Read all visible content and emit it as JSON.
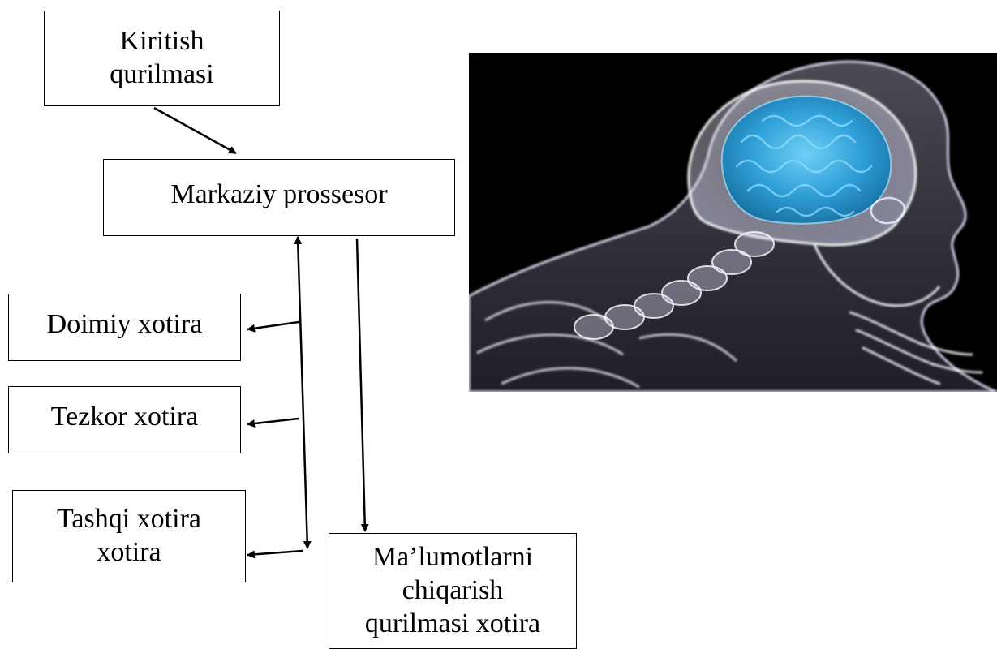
{
  "diagram": {
    "nodes": {
      "input": {
        "lines": [
          "Kiritish",
          "qurilmasi"
        ]
      },
      "cpu": {
        "label": "Markaziy prossesor"
      },
      "rom": {
        "label": "Doimiy xotira"
      },
      "ram": {
        "label": "Tezkor xotira"
      },
      "external": {
        "lines": [
          "Tashqi xotira",
          "xotira"
        ]
      },
      "output": {
        "lines": [
          "Ma’lumotlarni",
          "chiqarish",
          "qurilmasi xotira"
        ]
      }
    },
    "edges": [
      {
        "from": "input",
        "to": "cpu"
      },
      {
        "from": "cpu",
        "to": "output"
      },
      {
        "from": "bus",
        "to": "cpu"
      },
      {
        "from": "bus",
        "to": "rom"
      },
      {
        "from": "bus",
        "to": "ram"
      },
      {
        "from": "bus",
        "to": "external"
      }
    ]
  },
  "illustration": {
    "subject": "x-ray human head and skeleton with glowing blue brain",
    "background_color": "#000000",
    "brain_color": "#2f9fd8"
  }
}
